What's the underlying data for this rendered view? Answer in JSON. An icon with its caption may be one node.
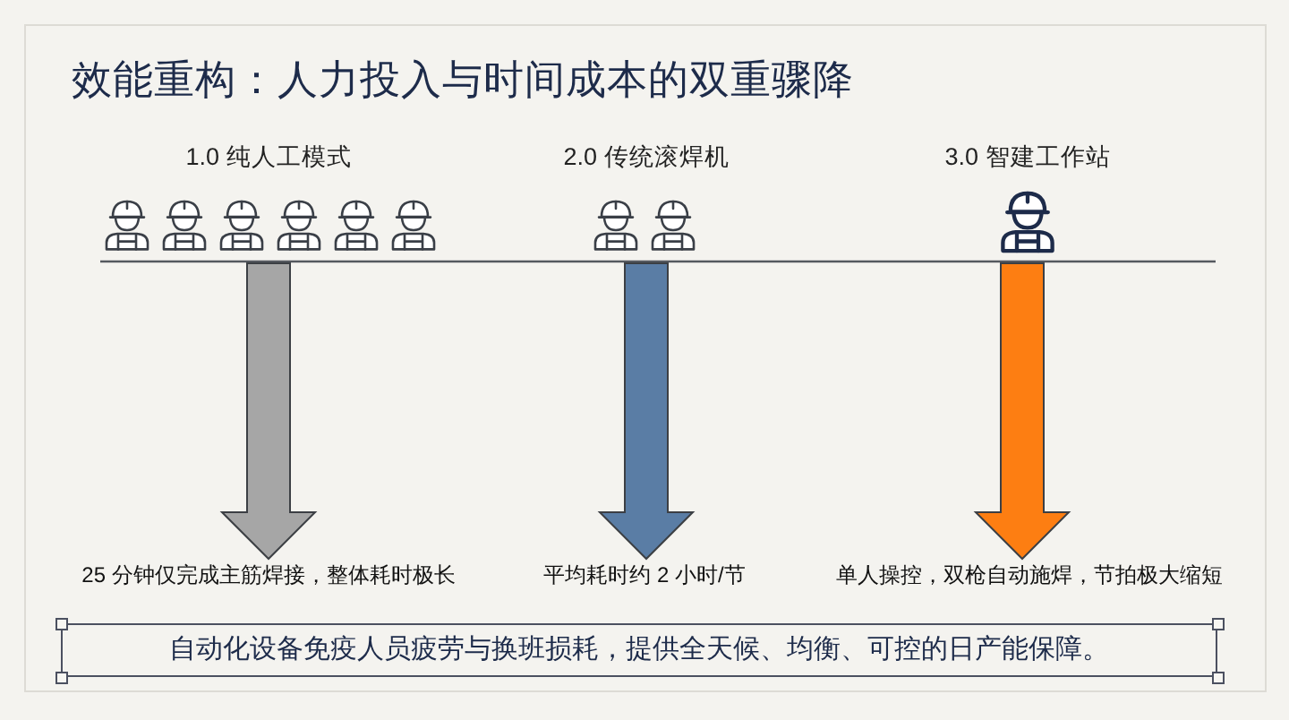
{
  "diagram": {
    "title": "效能重构：人力投入与时间成本的双重骤降",
    "nodes": [
      {
        "text": [],
        "shape": "person"
      },
      {
        "text": [],
        "shape": "person"
      },
      {
        "text": [],
        "shape": "person"
      },
      {
        "text": [],
        "shape": "person"
      },
      {
        "text": [],
        "shape": "person"
      },
      {
        "text": [],
        "shape": "person"
      },
      {
        "text": [],
        "shape": "person"
      },
      {
        "text": [],
        "shape": "person"
      },
      {
        "text": [],
        "shape": "person"
      },
      {
        "text": [
          "25 分钟仅完成主筋焊接，整体耗时极长"
        ]
      },
      {
        "text": [
          "平均耗时约 2 小时/节"
        ]
      },
      {
        "text": [
          "单人操控，双枪自动施焊，节拍极大缩短"
        ]
      },
      {
        "text": [
          "自动化设备免疫人员疲劳与换班损耗，提供全天候、均衡、可控的日产能保障。"
        ]
      }
    ],
    "edges": [
      {
        "from": null,
        "to": 9,
        "arrow": "to",
        "color": "#a6a6a6"
      },
      {
        "from": null,
        "to": 10,
        "arrow": "to",
        "color": "#5a7da5"
      },
      {
        "from": null,
        "to": 11,
        "arrow": "to",
        "color": "#fd7e12"
      }
    ],
    "labels": [
      "1.0 纯人工模式",
      "2.0 传统滚焊机",
      "3.0 智建工作站"
    ]
  }
}
